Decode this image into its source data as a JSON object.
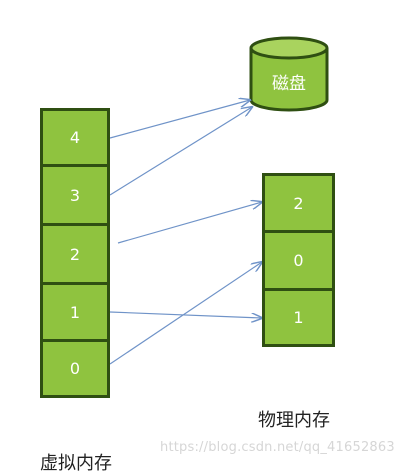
{
  "virtual_memory": {
    "label": "虚拟内存",
    "pages": [
      "4",
      "3",
      "2",
      "1",
      "0"
    ]
  },
  "physical_memory": {
    "label": "物理内存",
    "frames": [
      "2",
      "0",
      "1"
    ]
  },
  "disk": {
    "label": "磁盘"
  },
  "watermark": "https://blog.csdn.net/qq_41652863",
  "colors": {
    "cell_fill": "#8fc33f",
    "cell_border": "#2f4f12",
    "arrow": "#6f93c8"
  }
}
